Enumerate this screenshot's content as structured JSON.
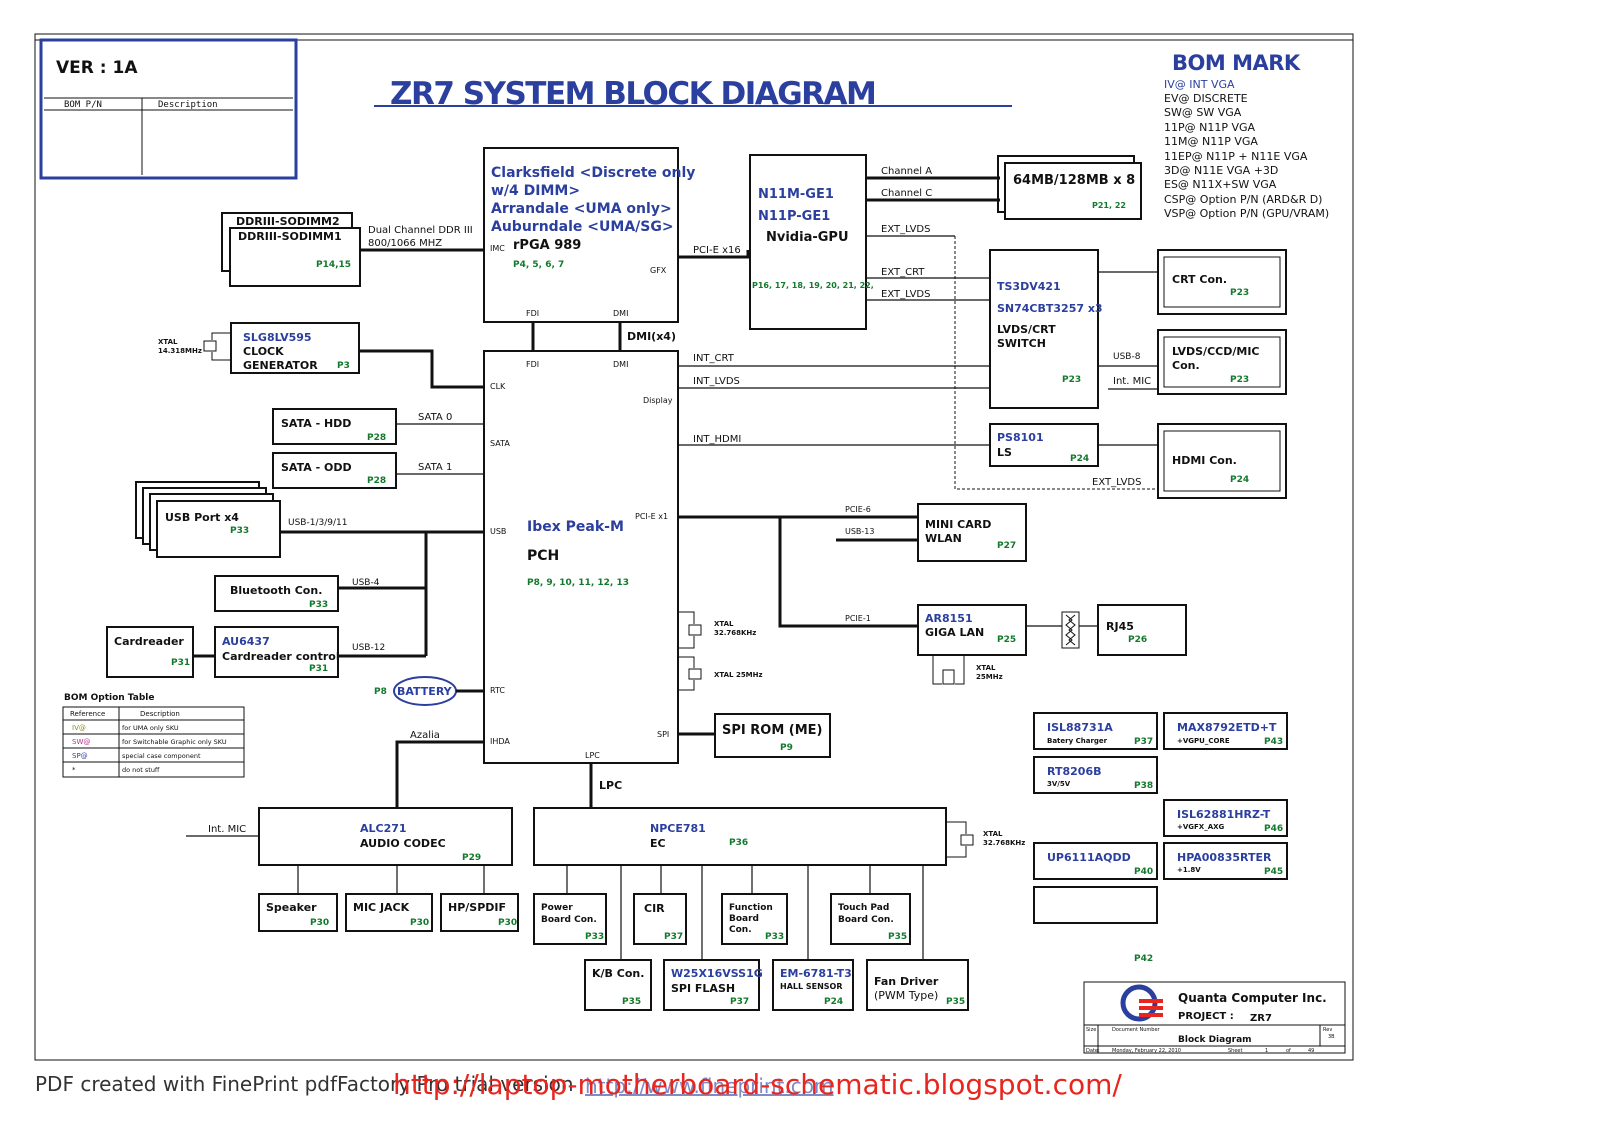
{
  "header": {
    "version": "VER : 1A",
    "bom_pn": "BOM P/N",
    "description": "Description",
    "title": "ZR7 SYSTEM BLOCK DIAGRAM"
  },
  "bom_mark": {
    "title": "BOM MARK",
    "items": [
      "IV@  INT VGA",
      "EV@  DISCRETE",
      "SW@  SW VGA",
      "11P@  N11P VGA",
      "11M@  N11P VGA",
      "11EP@  N11P + N11E VGA",
      "3D@  N11E VGA +3D",
      "ES@  N11X+SW VGA",
      "CSP@  Option P/N (ARD&R  D)",
      "VSP@  Option P/N (GPU/VRAM)"
    ]
  },
  "cpu": {
    "line1": "Clarksfield <Discrete only",
    "line2": "w/4 DIMM>",
    "line3": "Arrandale <UMA only>",
    "line4": "Auburndale <UMA/SG>",
    "pkg": "rPGA 989",
    "pages": "P4, 5, 6, 7",
    "imc": "IMC",
    "gfx": "GFX",
    "fdi": "FDI",
    "dmi": "DMI"
  },
  "ddr": {
    "dimm2": "DDRIII-SODIMM2",
    "dimm1": "DDRIII-SODIMM1",
    "page": "P14,15",
    "bus1": "Dual Channel DDR III",
    "bus2": "800/1066 MHZ"
  },
  "gpu": {
    "n1": "N11M-GE1",
    "n2": "N11P-GE1",
    "name": "Nvidia-GPU",
    "pages": "P16, 17, 18, 19, 20, 21, 22,",
    "pcie": "PCI-E x16",
    "ch_a": "Channel A",
    "ch_c": "Channel C",
    "ext_lvds": "EXT_LVDS",
    "ext_crt": "EXT_CRT",
    "ext_lvds2": "EXT_LVDS"
  },
  "vram": {
    "name": "64MB/128MB x 8",
    "page": "P21, 22"
  },
  "switch": {
    "l1": "TS3DV421",
    "l2": "SN74CBT3257 x3",
    "l3": "LVDS/CRT",
    "l4": "SWITCH",
    "page": "P23"
  },
  "crt": {
    "name": "CRT Con.",
    "page": "P23"
  },
  "lvds": {
    "name1": "LVDS/CCD/MIC",
    "name2": "Con.",
    "page": "P23",
    "usb": "USB-8",
    "mic": "Int. MIC"
  },
  "ps8101": {
    "name": "PS8101",
    "sub": "LS",
    "page": "P24"
  },
  "hdmi": {
    "name": "HDMI Con.",
    "page": "P24",
    "ext_lvds": "EXT_LVDS"
  },
  "clock": {
    "name": "SLG8LV595",
    "l2": "CLOCK",
    "l3": "GENERATOR",
    "page": "P3",
    "xtal1": "XTAL",
    "xtal2": "14.318MHz"
  },
  "dmi_x4": "DMI(x4)",
  "pch": {
    "name": "Ibex Peak-M",
    "sub": "PCH",
    "pages": "P8, 9, 10, 11, 12, 13",
    "fdi": "FDI",
    "dmi": "DMI",
    "clk": "CLK",
    "sata": "SATA",
    "usb": "USB",
    "rtc": "RTC",
    "ihda": "IHDA",
    "lpc": "LPC",
    "spi": "SPI",
    "display": "Display",
    "pcie": "PCI-E x1",
    "int_crt": "INT_CRT",
    "int_lvds": "INT_LVDS",
    "int_hdmi": "INT_HDMI"
  },
  "sata_hdd": {
    "name": "SATA - HDD",
    "page": "P28",
    "bus": "SATA 0"
  },
  "sata_odd": {
    "name": "SATA - ODD",
    "page": "P28",
    "bus": "SATA 1"
  },
  "usb_port": {
    "name": "USB Port x4",
    "page": "P33",
    "bus": "USB-1/3/9/11"
  },
  "bluetooth": {
    "name": "Bluetooth Con.",
    "page": "P33",
    "bus": "USB-4"
  },
  "cardreader": {
    "name": "Cardreader",
    "page": "P31"
  },
  "au6437": {
    "name": "AU6437",
    "sub": "Cardreader control",
    "page": "P31",
    "bus": "USB-12"
  },
  "battery": {
    "name": "BATTERY",
    "page": "P8"
  },
  "bom_table": {
    "title": "BOM Option Table",
    "headers": [
      "Reference",
      "Description"
    ],
    "rows": [
      {
        "ref": "IV@",
        "desc": "for UMA only SKU",
        "color": "#8a8a1a"
      },
      {
        "ref": "SW@",
        "desc": "for Switchable Graphic only SKU",
        "color": "#b4308a"
      },
      {
        "ref": "SP@",
        "desc": "special case component",
        "color": "#2b3f9e"
      },
      {
        "ref": "*",
        "desc": "do not stuff",
        "color": "#111111"
      }
    ]
  },
  "xtal_32k": {
    "l1": "XTAL",
    "l2": "32.768KHz"
  },
  "xtal_25": {
    "l1": "XTAL 25MHz"
  },
  "spirom": {
    "name": "SPI ROM (ME)",
    "page": "P9"
  },
  "minicard": {
    "name": "MINI CARD",
    "sub": "WLAN",
    "page": "P27",
    "pcie": "PCIE-6",
    "usb": "USB-13"
  },
  "lan": {
    "name": "AR8151",
    "sub": "GIGA LAN",
    "page": "P25",
    "pcie": "PCIE-1",
    "xtal1": "XTAL",
    "xtal2": "25MHz"
  },
  "rj45": {
    "name": "RJ45",
    "page": "P26"
  },
  "codec": {
    "name": "ALC271",
    "sub": "AUDIO CODEC",
    "page": "P29",
    "bus": "Azalia",
    "mic": "Int. MIC"
  },
  "lpc_label": "LPC",
  "ec": {
    "name": "NPCE781",
    "sub": "EC",
    "page": "P36",
    "xtal1": "XTAL",
    "xtal2": "32.768KHz"
  },
  "speaker": {
    "name": "Speaker",
    "page": "P30"
  },
  "micjack": {
    "name": "MIC JACK",
    "page": "P30"
  },
  "hpspdif": {
    "name": "HP/SPDIF",
    "page": "P30"
  },
  "power": {
    "l1": "Power",
    "l2": "Board Con.",
    "page": "P33"
  },
  "cir": {
    "name": "CIR",
    "page": "P37"
  },
  "func": {
    "l1": "Function",
    "l2": "Board",
    "l3": "Con.",
    "page": "P33"
  },
  "touch": {
    "l1": "Touch Pad",
    "l2": "Board Con.",
    "page": "P35"
  },
  "kb": {
    "name": "K/B Con.",
    "page": "P35"
  },
  "spiflash": {
    "name": "W25X16VSS1G",
    "sub": "SPI FLASH",
    "page": "P37"
  },
  "hall": {
    "name": "EM-6781-T3",
    "sub": "HALL SENSOR",
    "page": "P24"
  },
  "fan": {
    "name": "Fan Driver",
    "sub": "(PWM Type)",
    "page": "P35"
  },
  "power_ics": [
    {
      "name": "ISL88731A",
      "sub": "Batery Charger",
      "page": "P37"
    },
    {
      "name": "MAX8792ETD+T",
      "sub": "+VGPU_CORE",
      "page": "P43"
    },
    {
      "name": "RT8206B",
      "sub": "3V/5V",
      "page": "P38"
    },
    {
      "name": "ISL62881HRZ-T",
      "sub": "+VGFX_AXG",
      "page": "P46"
    },
    {
      "name": "UP6111AQDD",
      "sub": "",
      "page": "P40"
    },
    {
      "name": "HPA00835RTER",
      "sub": "+1.8V",
      "page": "P45"
    }
  ],
  "p42": "P42",
  "titleblock": {
    "company": "Quanta Computer Inc.",
    "project_label": "PROJECT  :",
    "project": "ZR7",
    "size": "Size",
    "docnum": "Document Number",
    "rev": "Rev",
    "rev_val": "3B",
    "doc": "Block Diagram",
    "date_label": "Date:",
    "date": "Monday, February 22, 2010",
    "sheet": "Sheet",
    "sheet_num": "1",
    "of": "of",
    "total": "49"
  },
  "footer": {
    "pdf": "PDF created with FinePrint pdfFactory Pro trial version",
    "url": "http://laptop-motherboard-schematic.blogspot.com/",
    "fineprint": "http://www.fineprint.com"
  }
}
